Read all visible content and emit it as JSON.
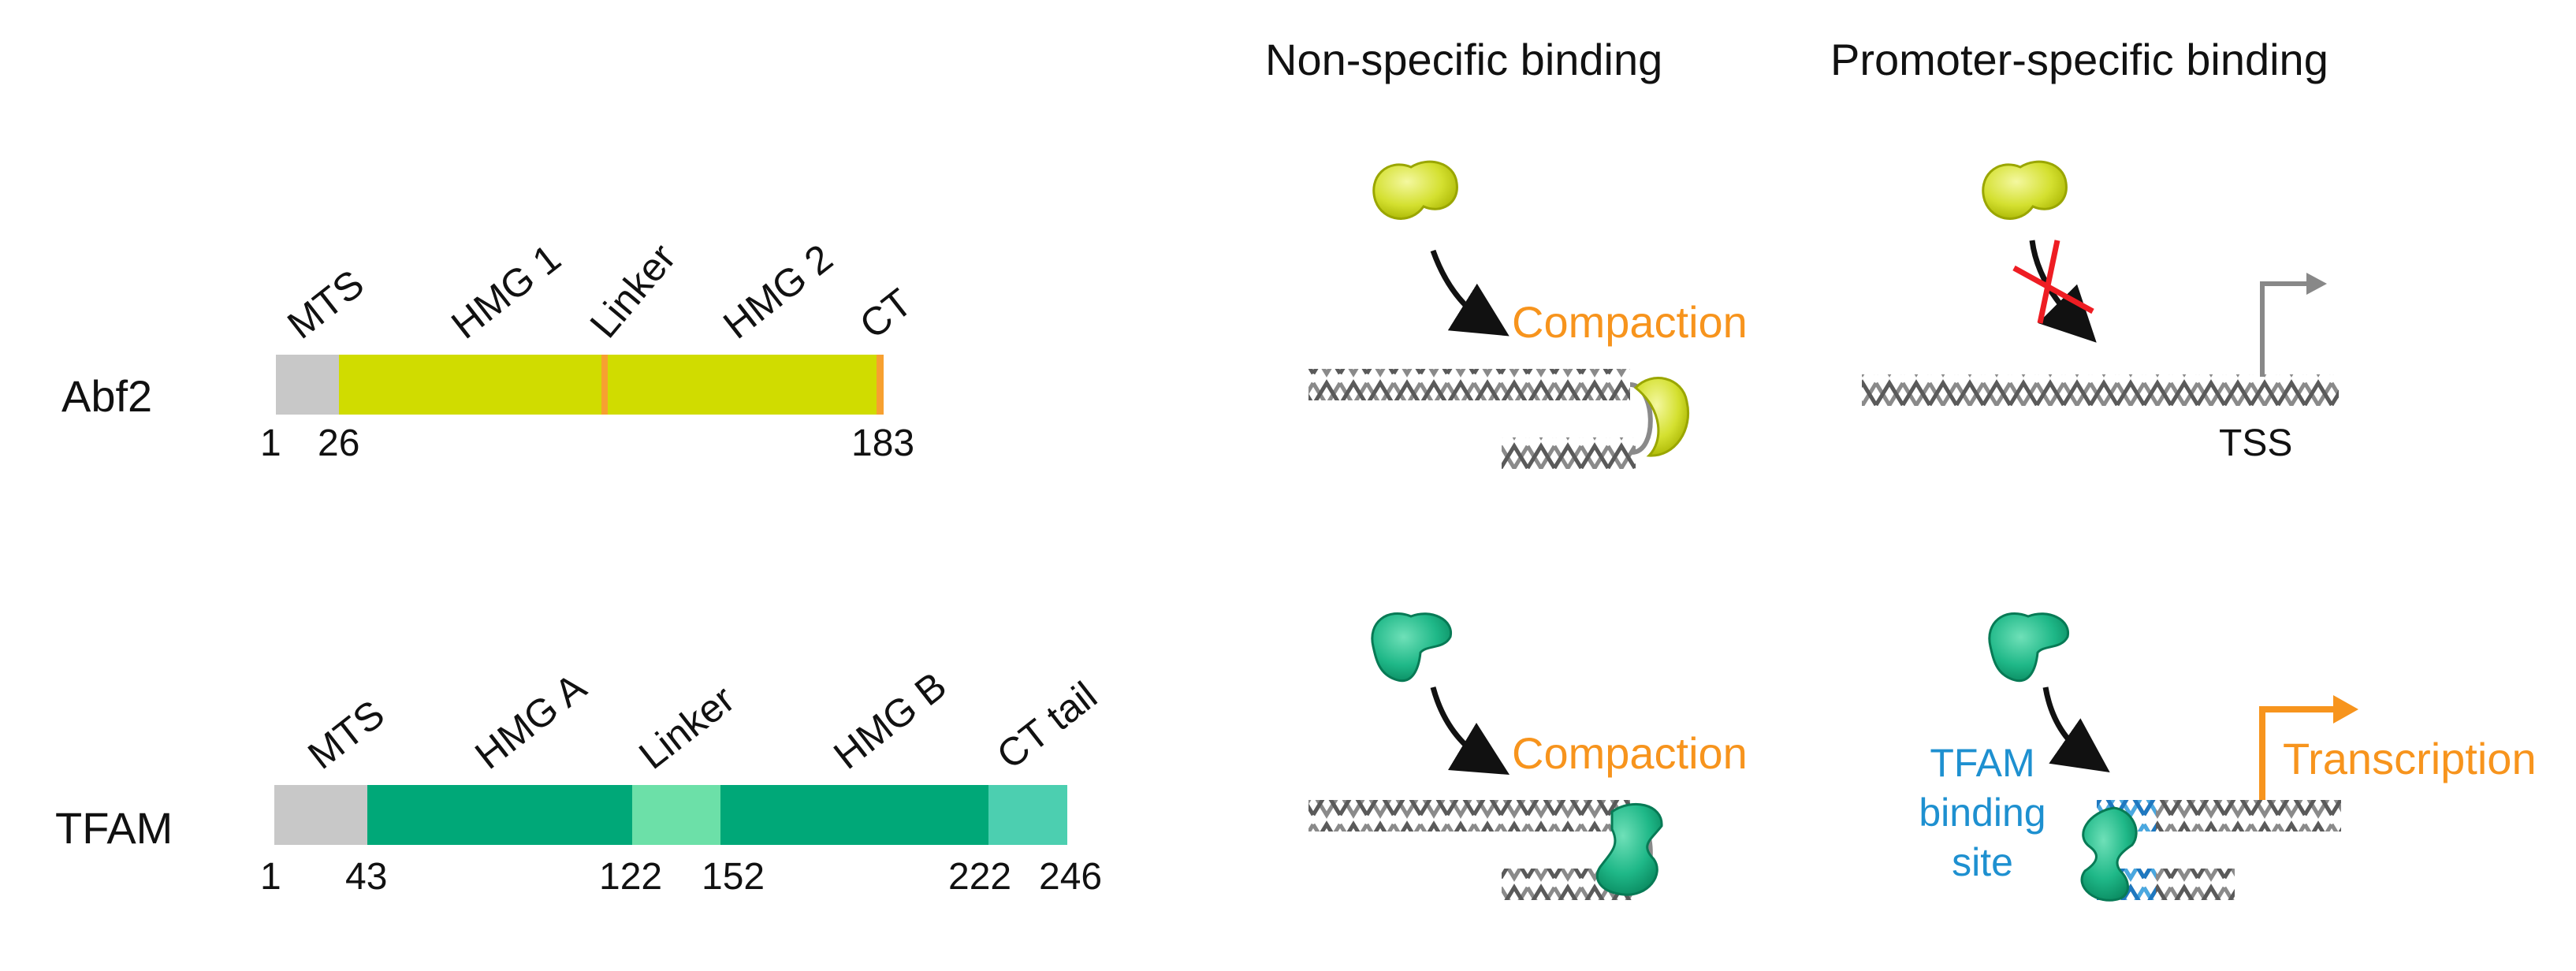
{
  "headings": {
    "nonspecific": "Non-specific binding",
    "promoter": "Promoter-specific binding"
  },
  "abf2": {
    "name": "Abf2",
    "domains": {
      "mts": "MTS",
      "hmg1": "HMG 1",
      "linker": "Linker",
      "hmg2": "HMG 2",
      "ct": "CT"
    },
    "positions": {
      "p1": "1",
      "p26": "26",
      "p183": "183"
    },
    "colors": {
      "mts": "#c8c8c8",
      "body": "#d0dc00",
      "marker": "#f7a030"
    }
  },
  "tfam": {
    "name": "TFAM",
    "domains": {
      "mts": "MTS",
      "hmga": "HMG A",
      "linker": "Linker",
      "hmgb": "HMG B",
      "ct": "CT tail"
    },
    "positions": {
      "p1": "1",
      "p43": "43",
      "p122": "122",
      "p152": "152",
      "p222": "222",
      "p246": "246"
    },
    "colors": {
      "mts": "#c8c8c8",
      "hmg": "#00a878",
      "linker": "#6ce0a8",
      "ct": "#4ccfb0"
    }
  },
  "labels": {
    "compaction": "Compaction",
    "tss": "TSS",
    "transcription": "Transcription",
    "tfam_site_line1": "TFAM",
    "tfam_site_line2": "binding",
    "tfam_site_line3": "site"
  },
  "icons": {
    "abf2_protein": "yellow-protein-blob",
    "tfam_protein": "green-protein-blob",
    "blocked": "red-x-icon",
    "promoter_arrow": "bent-arrow-icon"
  }
}
